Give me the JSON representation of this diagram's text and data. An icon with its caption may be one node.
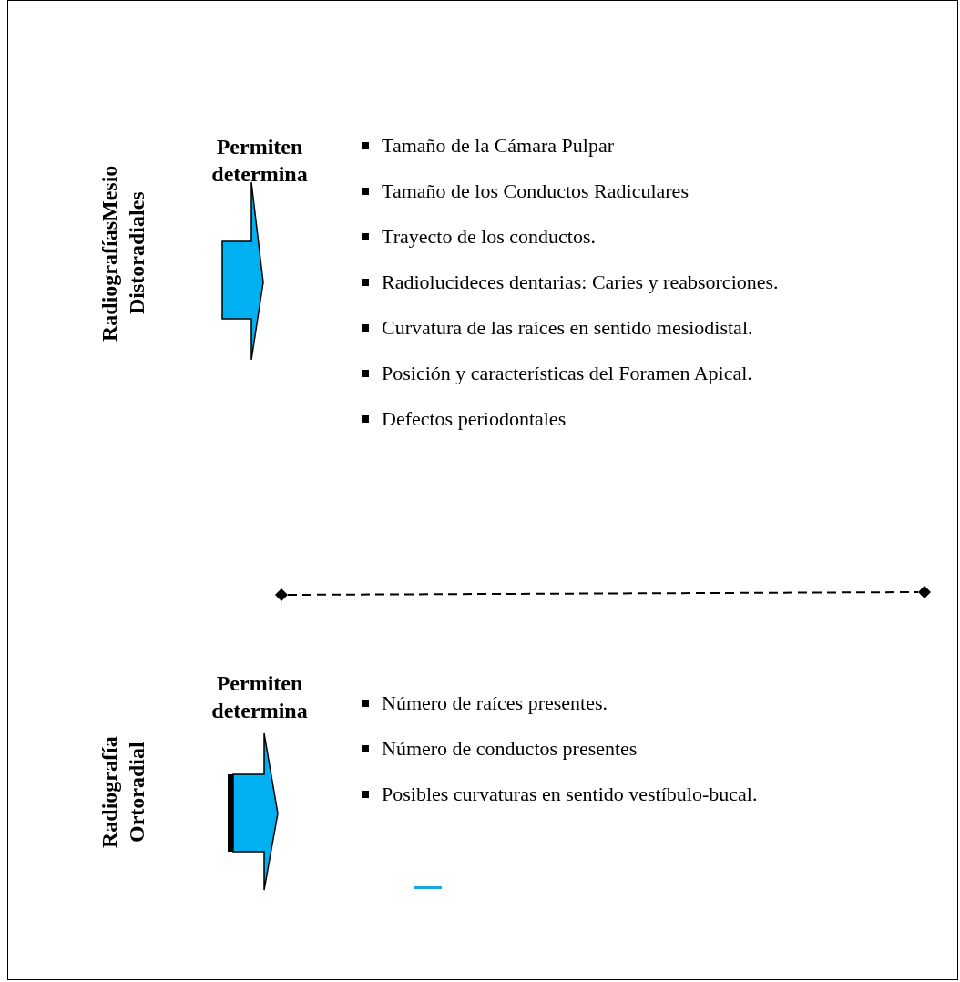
{
  "diagram": {
    "labels": [
      "RadiografíasMesio Distoradiales",
      "Permiten determina",
      "Tamaño de la Cámara Pulpar",
      "Tamaño de los Conductos Radiculares",
      "Trayecto de los conductos.",
      "Radiolucideces dentarias: Caries y reabsorciones.",
      "Curvatura de las raíces en sentido mesiodistal.",
      "Posición y características del Foramen Apical.",
      "Defectos periodontales",
      "Radiografía Ortoradial",
      "Permiten determina",
      "Número de raíces presentes.",
      "Número de conductos presentes",
      "Posibles curvaturas en sentido vestíbulo-bucal."
    ]
  }
}
